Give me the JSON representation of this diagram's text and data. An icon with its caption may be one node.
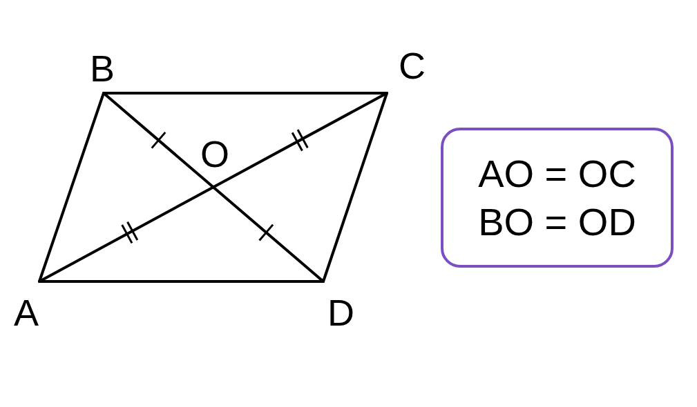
{
  "diagram": {
    "nodes": [
      {
        "text": [
          "A"
        ]
      },
      {
        "text": [
          "B"
        ]
      },
      {
        "text": [
          "C"
        ]
      },
      {
        "text": [
          "D"
        ]
      },
      {
        "text": [
          "AO = OC",
          "BO = OD"
        ]
      }
    ],
    "edges": [
      {
        "from": 0,
        "to": 1,
        "arrow": "none"
      },
      {
        "from": 1,
        "to": 2,
        "arrow": "none"
      },
      {
        "from": 2,
        "to": 3,
        "arrow": "none"
      },
      {
        "from": 3,
        "to": 0,
        "arrow": "none"
      },
      {
        "from": 0,
        "to": 2,
        "arrow": "none"
      },
      {
        "from": 1,
        "to": 3,
        "arrow": "none"
      }
    ],
    "labels": [
      "O"
    ]
  }
}
